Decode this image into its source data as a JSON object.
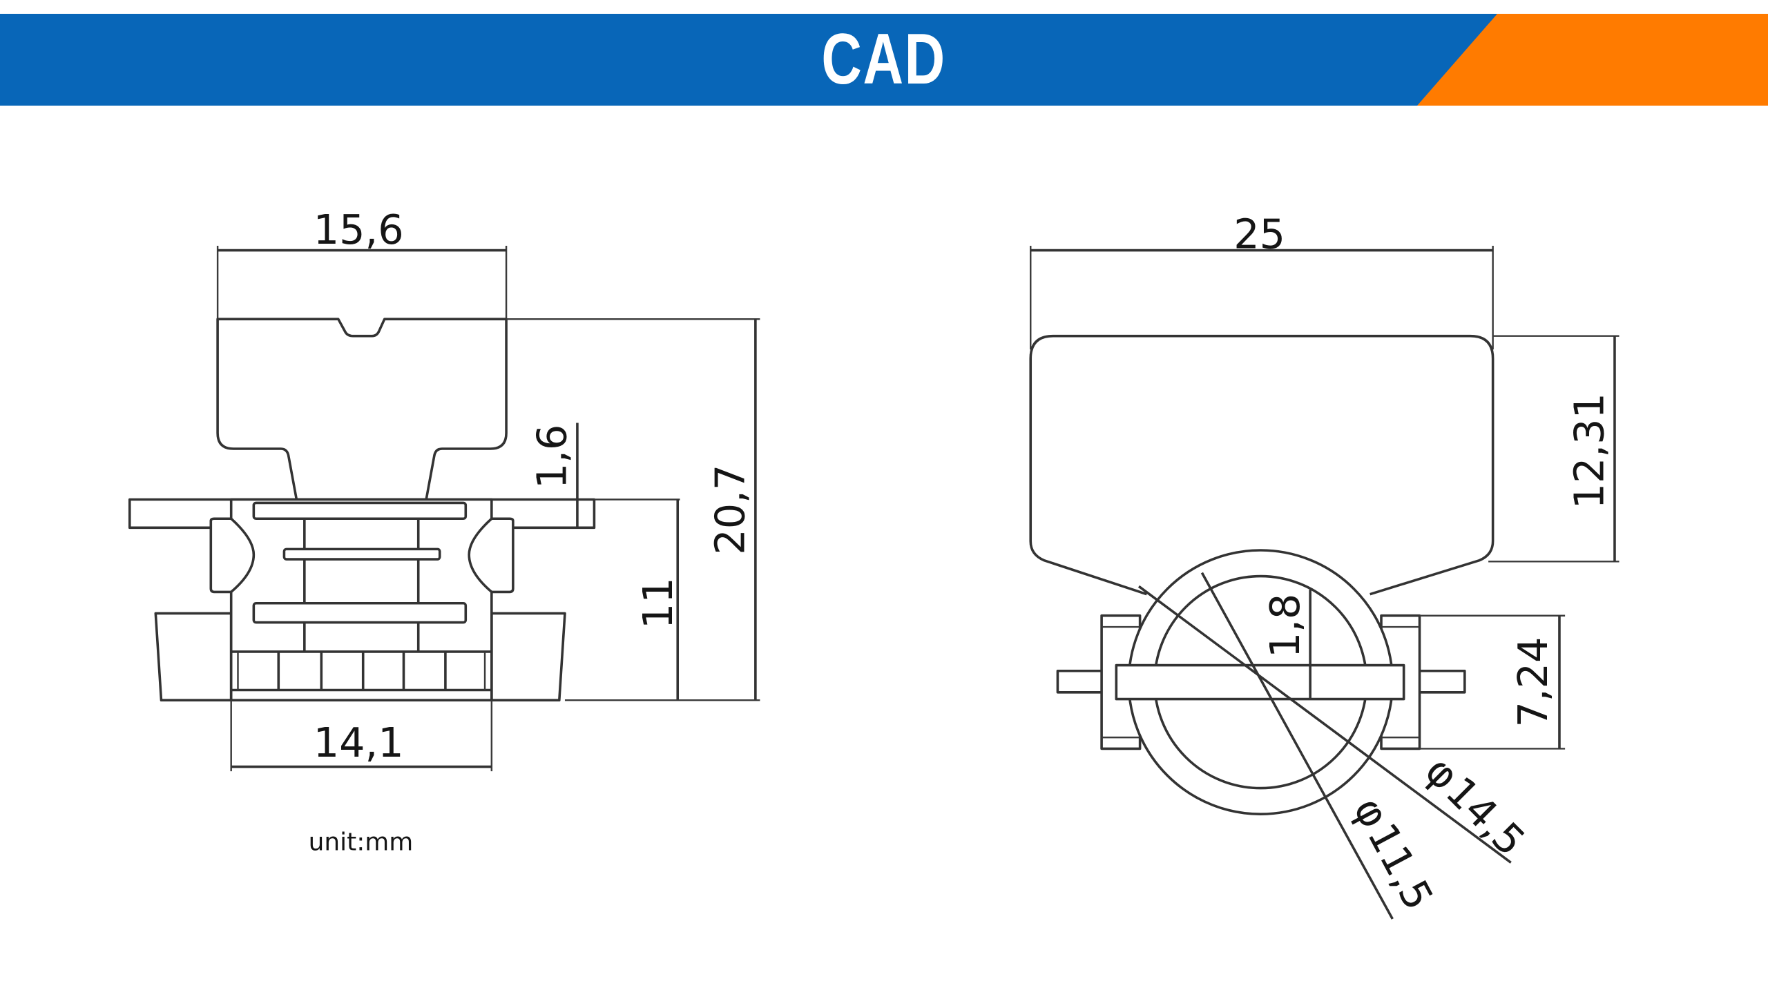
{
  "banner": {
    "title": "CAD",
    "primary_color": "#0866b8",
    "accent_color": "#ff7b00"
  },
  "unit_note": "unit:mm",
  "front_view": {
    "dimensions": {
      "tag_width": "15,6",
      "base_width": "14,1",
      "flange_thickness": "1,6",
      "body_height": "11",
      "total_height": "20,7"
    }
  },
  "side_view": {
    "dimensions": {
      "tag_width": "25",
      "tag_height": "12,31",
      "bar_thickness": "1,8",
      "body_height": "7,24",
      "outer_diameter": "14,5",
      "inner_diameter": "11,5",
      "diameter_symbol": "φ"
    }
  }
}
